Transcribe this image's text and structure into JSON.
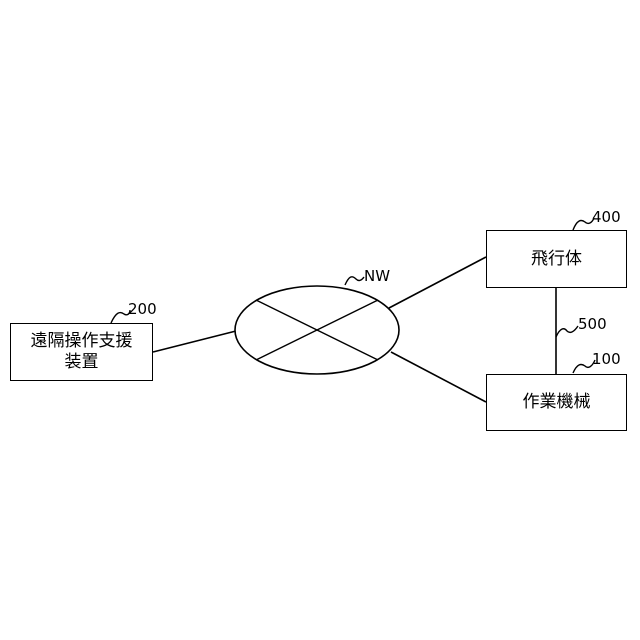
{
  "diagram": {
    "remote_support_device": {
      "label": "遠隔操作支援\n装置",
      "ref": "200"
    },
    "flying_body": {
      "label": "飛行体",
      "ref": "400"
    },
    "work_machine": {
      "label": "作業機械",
      "ref": "100"
    },
    "network": {
      "ref": "NW"
    },
    "link": {
      "ref": "500"
    }
  }
}
